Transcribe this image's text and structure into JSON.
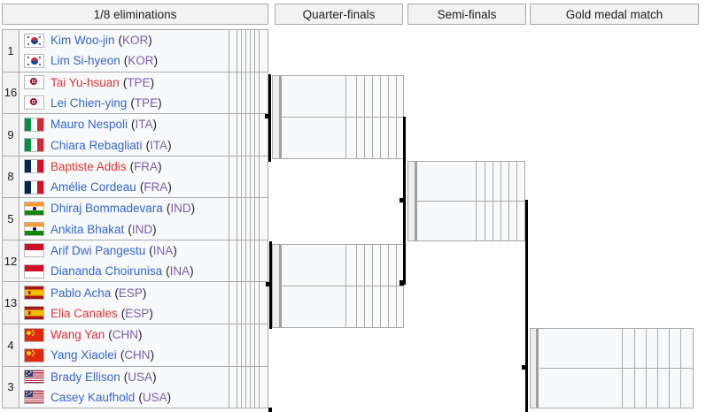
{
  "rounds": [
    {
      "label": "1/8 eliminations"
    },
    {
      "label": "Quarter-finals"
    },
    {
      "label": "Semi-finals"
    },
    {
      "label": "Gold medal match"
    }
  ],
  "colors": {
    "link_blue": "#3366cc",
    "link_red": "#dd3333",
    "link_visited_purple": "#795cb2",
    "grid_border": "#aaaaaa",
    "connector_black": "#000000",
    "cell_background": "#f8f9fa",
    "header_background": "#f2f2f2"
  },
  "bracket": {
    "teams": [
      {
        "seed": "1",
        "flag": "kor",
        "players": [
          {
            "name": "Kim Woo-jin",
            "noc": "KOR",
            "color": "blue"
          },
          {
            "name": "Lim Si-hyeon",
            "noc": "KOR",
            "color": "blue"
          }
        ]
      },
      {
        "seed": "16",
        "flag": "tpe",
        "players": [
          {
            "name": "Tai Yu-hsuan",
            "noc": "TPE",
            "color": "red"
          },
          {
            "name": "Lei Chien-ying",
            "noc": "TPE",
            "color": "blue"
          }
        ]
      },
      {
        "seed": "9",
        "flag": "ita",
        "players": [
          {
            "name": "Mauro Nespoli",
            "noc": "ITA",
            "color": "blue"
          },
          {
            "name": "Chiara Rebagliati",
            "noc": "ITA",
            "color": "blue"
          }
        ]
      },
      {
        "seed": "8",
        "flag": "fra",
        "players": [
          {
            "name": "Baptiste Addis",
            "noc": "FRA",
            "color": "red"
          },
          {
            "name": "Amélie Cordeau",
            "noc": "FRA",
            "color": "blue"
          }
        ]
      },
      {
        "seed": "5",
        "flag": "ind",
        "players": [
          {
            "name": "Dhiraj Bommadevara",
            "noc": "IND",
            "color": "blue"
          },
          {
            "name": "Ankita Bhakat",
            "noc": "IND",
            "color": "blue"
          }
        ]
      },
      {
        "seed": "12",
        "flag": "ina",
        "players": [
          {
            "name": "Arif Dwi Pangestu",
            "noc": "INA",
            "color": "blue"
          },
          {
            "name": "Diananda Choirunisa",
            "noc": "INA",
            "color": "blue"
          }
        ]
      },
      {
        "seed": "13",
        "flag": "esp",
        "players": [
          {
            "name": "Pablo Acha",
            "noc": "ESP",
            "color": "blue"
          },
          {
            "name": "Elia Canales",
            "noc": "ESP",
            "color": "red"
          }
        ]
      },
      {
        "seed": "4",
        "flag": "chn",
        "players": [
          {
            "name": "Wang Yan",
            "noc": "CHN",
            "color": "red"
          },
          {
            "name": "Yang Xiaolei",
            "noc": "CHN",
            "color": "blue"
          }
        ]
      },
      {
        "seed": "3",
        "flag": "usa",
        "players": [
          {
            "name": "Brady Ellison",
            "noc": "USA",
            "color": "blue"
          },
          {
            "name": "Casey Kaufhold",
            "noc": "USA",
            "color": "blue"
          }
        ]
      }
    ]
  }
}
